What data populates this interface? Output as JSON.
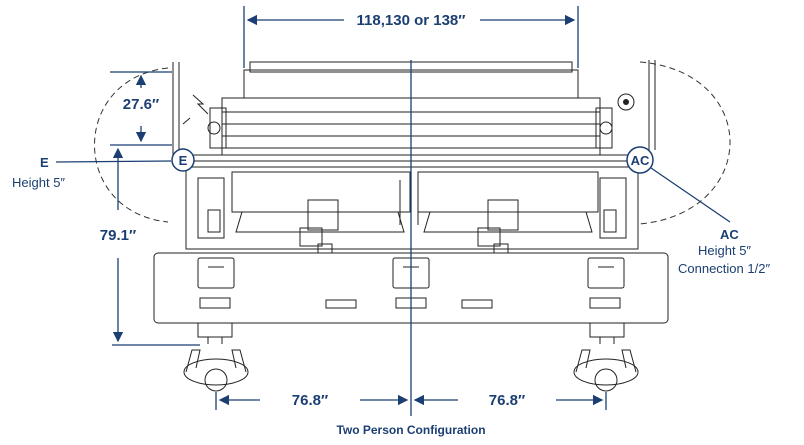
{
  "dimensions": {
    "top_width": "118,130 or 138″",
    "upper_height": "27.6″",
    "overall_height": "79.1″",
    "left_span": "76.8″",
    "right_span": "76.8″"
  },
  "callouts": {
    "e_marker": "E",
    "e_title": "E",
    "e_detail": "Height 5″",
    "ac_marker": "AC",
    "ac_title": "AC",
    "ac_height": "Height 5″",
    "ac_connection": "Connection 1/2″"
  },
  "caption": "Two Person Configuration",
  "colors": {
    "accent": "#1b3f73",
    "drawing": "#222222"
  }
}
